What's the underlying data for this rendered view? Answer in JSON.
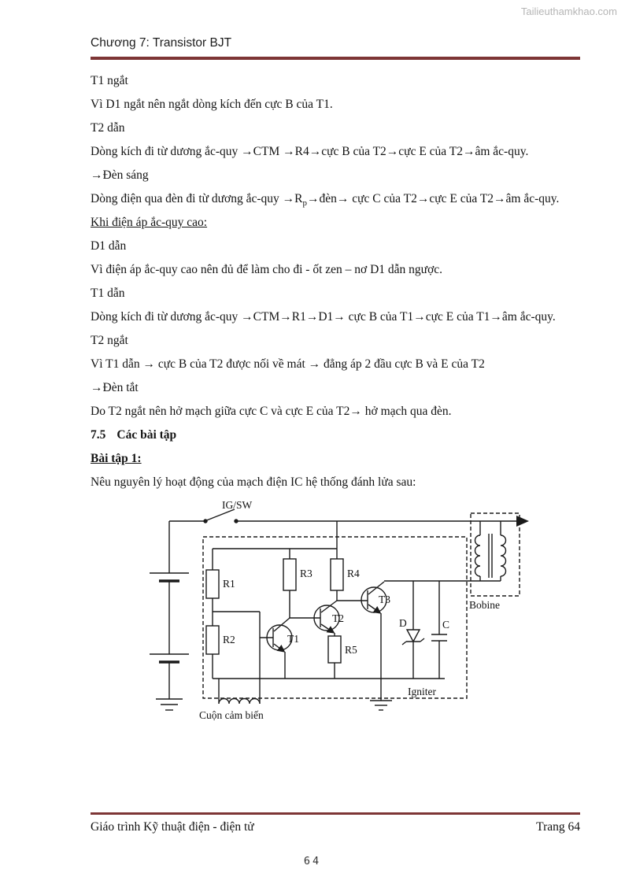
{
  "watermark": "Tailieuthamkhao.com",
  "header": {
    "title": "Chương 7: Transistor BJT"
  },
  "colors": {
    "accent_rule": "#7d3535",
    "watermark_text": "#b5b5b5"
  },
  "body": {
    "paragraphs": [
      {
        "text": "T1 ngắt"
      },
      {
        "text": "Vì D1 ngắt nên ngắt dòng kích đến cực B của T1."
      },
      {
        "text": "T2 dẫn"
      },
      {
        "text": "Dòng kích đi từ dương ắc-quy →CTM →R4→cực B của T2→cực E của T2→âm ắc-quy."
      },
      {
        "text": "→Đèn sáng"
      },
      {
        "pre": "Dòng điện qua đèn đi từ dương ắc-quy →R",
        "sub": "p",
        "post": "→đèn→ cực C của T2→cực E của T2→âm ắc-quy."
      },
      {
        "text": "Khi điện áp ắc-quy cao:"
      },
      {
        "text": "D1 dẫn"
      },
      {
        "text": "Vì điện áp ắc-quy cao nên đủ để làm cho đi - ốt zen – nơ D1 dẫn ngược."
      },
      {
        "text": "T1 dẫn"
      },
      {
        "text": "Dòng kích đi từ dương ắc-quy →CTM→R1→D1→ cực B của T1→cực E của T1→âm ắc-quy."
      },
      {
        "text": "T2 ngắt"
      },
      {
        "text": "Vì T1 dẫn → cực B của T2 được nối về mát → đẳng áp 2 đầu cực B và E của T2"
      },
      {
        "text": "→Đèn tắt"
      },
      {
        "text": "Do T2 ngắt nên hở mạch giữa cực C và cực E của T2→ hở mạch qua đèn."
      }
    ],
    "section_heading": {
      "number": "7.5",
      "title": "Các bài tập"
    },
    "exercise_heading": "Bài tập 1:",
    "exercise_prompt": "Nêu nguyên lý hoạt động của mạch điện IC hệ thống đánh lửa sau:"
  },
  "circuit": {
    "labels": {
      "switch": "IG/SW",
      "r1": "R1",
      "r2": "R2",
      "r3": "R3",
      "r4": "R4",
      "r5": "R5",
      "t1": "T1",
      "t2": "T2",
      "t3": "T3",
      "diode": "D",
      "capacitor": "C",
      "bobine": "Bobine",
      "igniter": "Igniter",
      "sensor_coil": "Cuộn cảm biến"
    }
  },
  "footer": {
    "left": "Giáo trình Kỹ thuật điện - điện tử",
    "right": "Trang 64"
  },
  "page_number": "64"
}
